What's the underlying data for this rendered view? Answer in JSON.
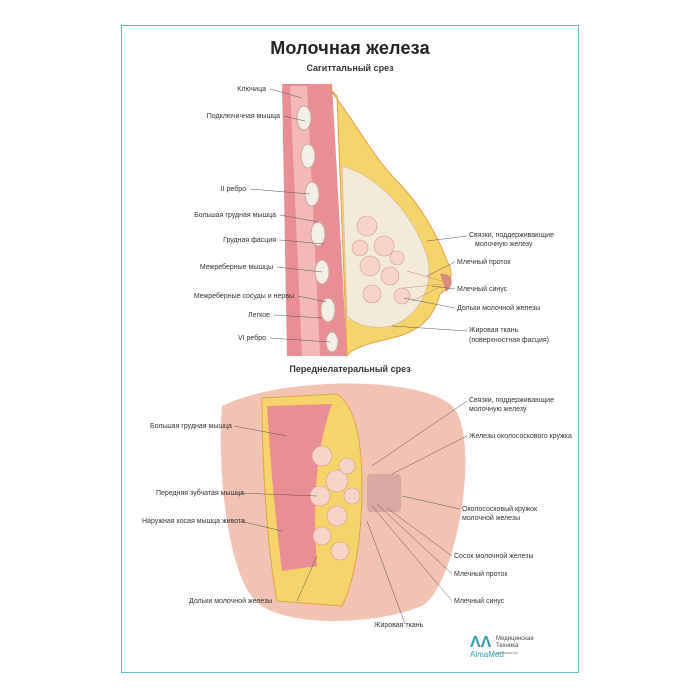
{
  "title": "Молочная железа",
  "section1": {
    "subtitle": "Сагиттальный срез",
    "left_labels": [
      "Ключица",
      "Подключичная мышца",
      "II ребро",
      "Большая грудная мышца",
      "Грудная фасция",
      "Межреберные мышцы",
      "Межреберные сосуды и нервы",
      "Легкое",
      "VI ребро"
    ],
    "right_labels": [
      "Связки, поддерживающие",
      "молочную железу",
      "Млечный проток",
      "Млечный синус",
      "Дольки молочной железы",
      "Жировая ткань",
      "(поверхностная фасция)"
    ]
  },
  "section2": {
    "subtitle": "Переднелатеральный срез",
    "left_labels": [
      "Большая грудная мышца",
      "Передняя зубчатая мышца",
      "Наружная косая мышца живота",
      "Дольки молочной железы"
    ],
    "right_labels": [
      "Связки, поддерживающие",
      "молочную железу",
      "Железы околососкового кружка",
      "Околососковый кружок",
      "молочной железы",
      "Сосок молочной железы",
      "Млечный проток",
      "Млечный синус"
    ],
    "bottom_label": "Жировая ткань"
  },
  "brand": {
    "logo": "ΛΛ",
    "name": "AlmaMed",
    "line1": "Медицинская",
    "line2": "Техника",
    "line3": "almamed.su"
  }
}
